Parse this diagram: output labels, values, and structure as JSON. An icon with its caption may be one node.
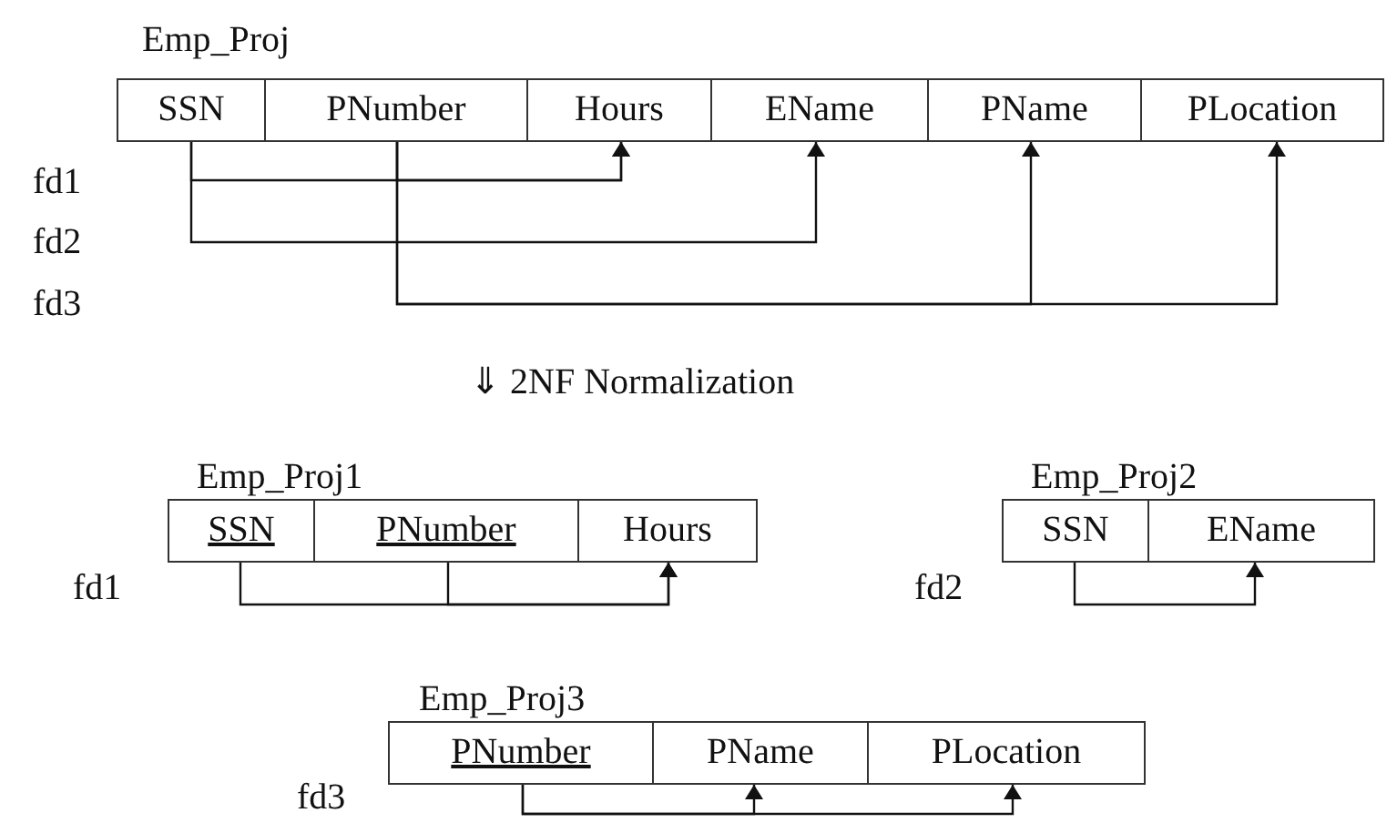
{
  "diagram": {
    "nodes": [
      {
        "text": [
          "Emp_Proj"
        ]
      },
      {
        "text": [
          "SSN"
        ],
        "in": 0
      },
      {
        "text": [
          "PNumber"
        ],
        "in": 0
      },
      {
        "text": [
          "Hours"
        ],
        "in": 0
      },
      {
        "text": [
          "EName"
        ],
        "in": 0
      },
      {
        "text": [
          "PName"
        ],
        "in": 0
      },
      {
        "text": [
          "PLocation"
        ],
        "in": 0
      },
      {
        "text": [
          "Emp_Proj1"
        ]
      },
      {
        "text": [
          "SSN"
        ],
        "in": 7
      },
      {
        "text": [
          "PNumber"
        ],
        "in": 7
      },
      {
        "text": [
          "Hours"
        ],
        "in": 7
      },
      {
        "text": [
          "Emp_Proj2"
        ]
      },
      {
        "text": [
          "SSN"
        ],
        "in": 11
      },
      {
        "text": [
          "EName"
        ],
        "in": 11
      },
      {
        "text": [
          "Emp_Proj3"
        ]
      },
      {
        "text": [
          "PNumber"
        ],
        "in": 14
      },
      {
        "text": [
          "PName"
        ],
        "in": 14
      },
      {
        "text": [
          "PLocation"
        ],
        "in": 14
      }
    ],
    "edges": [
      {
        "from": 1,
        "to": 3,
        "arrow": "to"
      },
      {
        "from": 2,
        "to": 3,
        "arrow": "to"
      },
      {
        "from": 1,
        "to": 4,
        "arrow": "to"
      },
      {
        "from": 2,
        "to": 5,
        "arrow": "to"
      },
      {
        "from": 2,
        "to": 6,
        "arrow": "to"
      },
      {
        "from": 8,
        "to": 10,
        "arrow": "to"
      },
      {
        "from": 9,
        "to": 10,
        "arrow": "to"
      },
      {
        "from": 12,
        "to": 13,
        "arrow": "to"
      },
      {
        "from": 15,
        "to": 16,
        "arrow": "to"
      },
      {
        "from": 15,
        "to": 17,
        "arrow": "to"
      }
    ],
    "labels": [
      "fd1",
      "fd2",
      "fd3",
      "⇓ 2NF Normalization",
      "fd1",
      "fd2",
      "fd3"
    ]
  }
}
